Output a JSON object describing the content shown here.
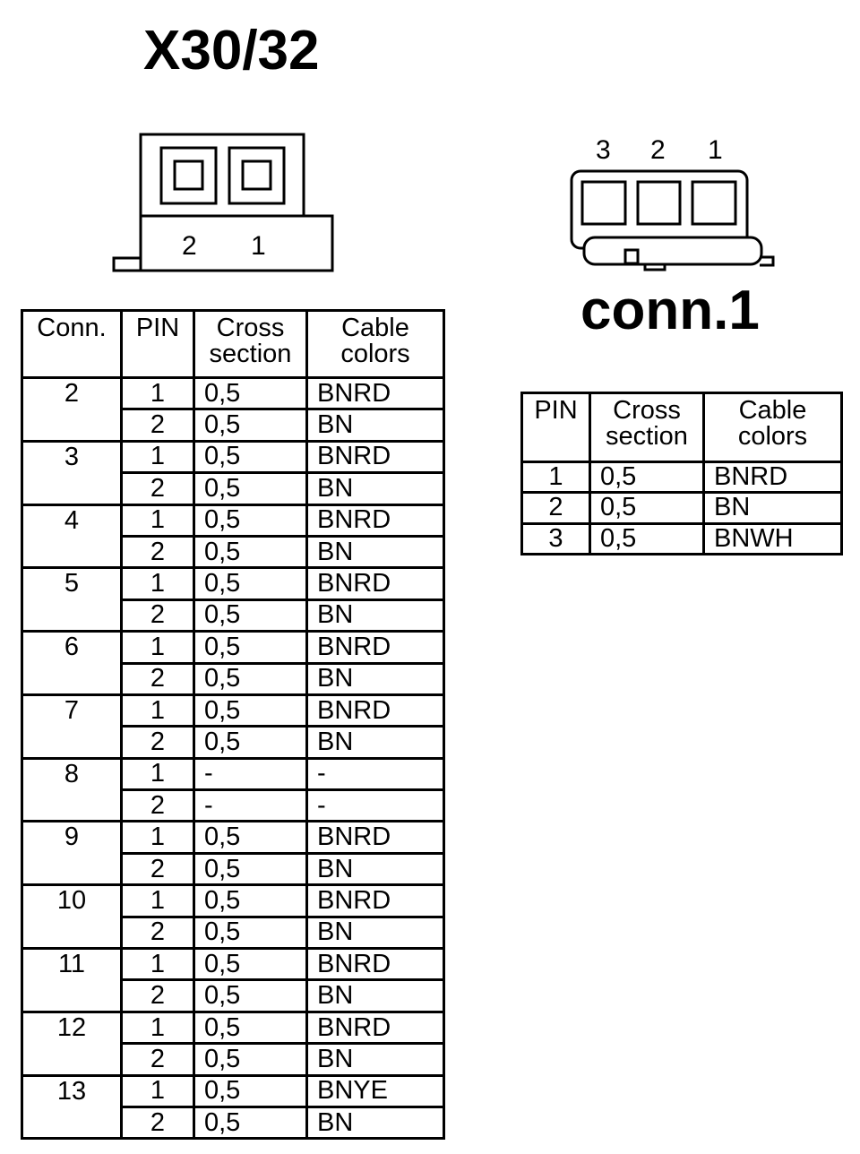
{
  "x30": {
    "title": "X30/32",
    "pin_labels": [
      "2",
      "1"
    ],
    "headers": {
      "conn": "Conn.",
      "pin": "PIN",
      "cross_section": [
        "Cross",
        "section"
      ],
      "cable_colors": [
        "Cable",
        "colors"
      ]
    },
    "rows": [
      {
        "conn": "2",
        "pins": [
          {
            "pin": "1",
            "cross_section": "0,5",
            "color": "BNRD"
          },
          {
            "pin": "2",
            "cross_section": "0,5",
            "color": "BN"
          }
        ]
      },
      {
        "conn": "3",
        "pins": [
          {
            "pin": "1",
            "cross_section": "0,5",
            "color": "BNRD"
          },
          {
            "pin": "2",
            "cross_section": "0,5",
            "color": "BN"
          }
        ]
      },
      {
        "conn": "4",
        "pins": [
          {
            "pin": "1",
            "cross_section": "0,5",
            "color": "BNRD"
          },
          {
            "pin": "2",
            "cross_section": "0,5",
            "color": "BN"
          }
        ]
      },
      {
        "conn": "5",
        "pins": [
          {
            "pin": "1",
            "cross_section": "0,5",
            "color": "BNRD"
          },
          {
            "pin": "2",
            "cross_section": "0,5",
            "color": "BN"
          }
        ]
      },
      {
        "conn": "6",
        "pins": [
          {
            "pin": "1",
            "cross_section": "0,5",
            "color": "BNRD"
          },
          {
            "pin": "2",
            "cross_section": "0,5",
            "color": "BN"
          }
        ]
      },
      {
        "conn": "7",
        "pins": [
          {
            "pin": "1",
            "cross_section": "0,5",
            "color": "BNRD"
          },
          {
            "pin": "2",
            "cross_section": "0,5",
            "color": "BN"
          }
        ]
      },
      {
        "conn": "8",
        "pins": [
          {
            "pin": "1",
            "cross_section": "-",
            "color": "-"
          },
          {
            "pin": "2",
            "cross_section": "-",
            "color": "-"
          }
        ]
      },
      {
        "conn": "9",
        "pins": [
          {
            "pin": "1",
            "cross_section": "0,5",
            "color": "BNRD"
          },
          {
            "pin": "2",
            "cross_section": "0,5",
            "color": "BN"
          }
        ]
      },
      {
        "conn": "10",
        "pins": [
          {
            "pin": "1",
            "cross_section": "0,5",
            "color": "BNRD"
          },
          {
            "pin": "2",
            "cross_section": "0,5",
            "color": "BN"
          }
        ]
      },
      {
        "conn": "11",
        "pins": [
          {
            "pin": "1",
            "cross_section": "0,5",
            "color": "BNRD"
          },
          {
            "pin": "2",
            "cross_section": "0,5",
            "color": "BN"
          }
        ]
      },
      {
        "conn": "12",
        "pins": [
          {
            "pin": "1",
            "cross_section": "0,5",
            "color": "BNRD"
          },
          {
            "pin": "2",
            "cross_section": "0,5",
            "color": "BN"
          }
        ]
      },
      {
        "conn": "13",
        "pins": [
          {
            "pin": "1",
            "cross_section": "0,5",
            "color": "BNYE"
          },
          {
            "pin": "2",
            "cross_section": "0,5",
            "color": "BN"
          }
        ]
      }
    ]
  },
  "conn1": {
    "title": "conn.1",
    "pin_labels": [
      "3",
      "2",
      "1"
    ],
    "headers": {
      "pin": "PIN",
      "cross_section": [
        "Cross",
        "section"
      ],
      "cable_colors": [
        "Cable",
        "colors"
      ]
    },
    "rows": [
      {
        "pin": "1",
        "cross_section": "0,5",
        "color": "BNRD"
      },
      {
        "pin": "2",
        "cross_section": "0,5",
        "color": "BN"
      },
      {
        "pin": "3",
        "cross_section": "0,5",
        "color": "BNWH"
      }
    ]
  }
}
